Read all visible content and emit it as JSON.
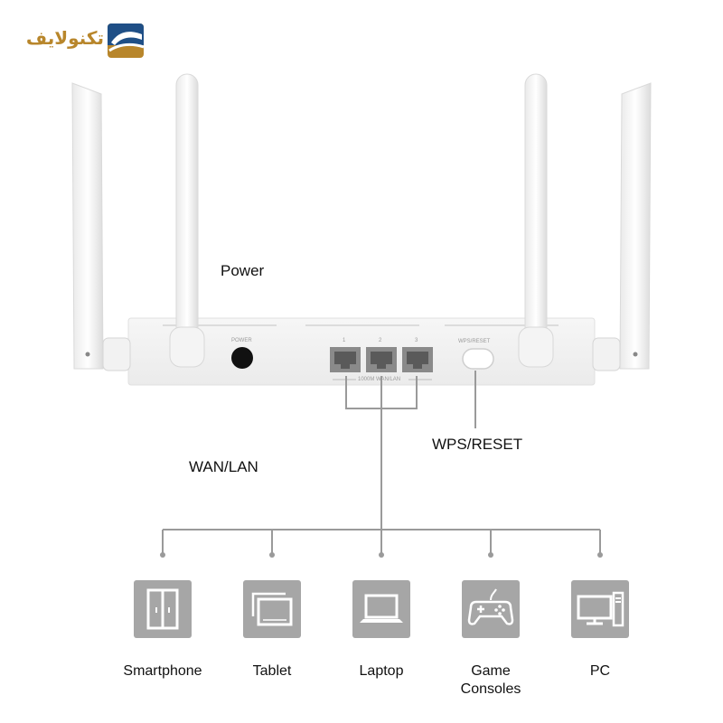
{
  "brand": {
    "name": "تکنولایف"
  },
  "labels": {
    "power": "Power",
    "wan_lan": "WAN/LAN",
    "wps_reset": "WPS/RESET"
  },
  "router": {
    "power_port_label": "POWER",
    "lan_ports": [
      "1",
      "2",
      "3"
    ],
    "lan_group_label": "1000M WAN/LAN",
    "wps_button_label": "WPS/RESET"
  },
  "devices": [
    {
      "label": "Smartphone",
      "icon": "smartphone-icon"
    },
    {
      "label": "Tablet",
      "icon": "tablet-icon"
    },
    {
      "label": "Laptop",
      "icon": "laptop-icon"
    },
    {
      "label": "Game\nConsoles",
      "icon": "gamepad-icon"
    },
    {
      "label": "PC",
      "icon": "pc-icon"
    }
  ],
  "colors": {
    "brand_gold": "#b8862b",
    "brand_blue": "#1f4f86",
    "tile_gray": "#a6a6a6",
    "connector_gray": "#9a9a9a"
  }
}
